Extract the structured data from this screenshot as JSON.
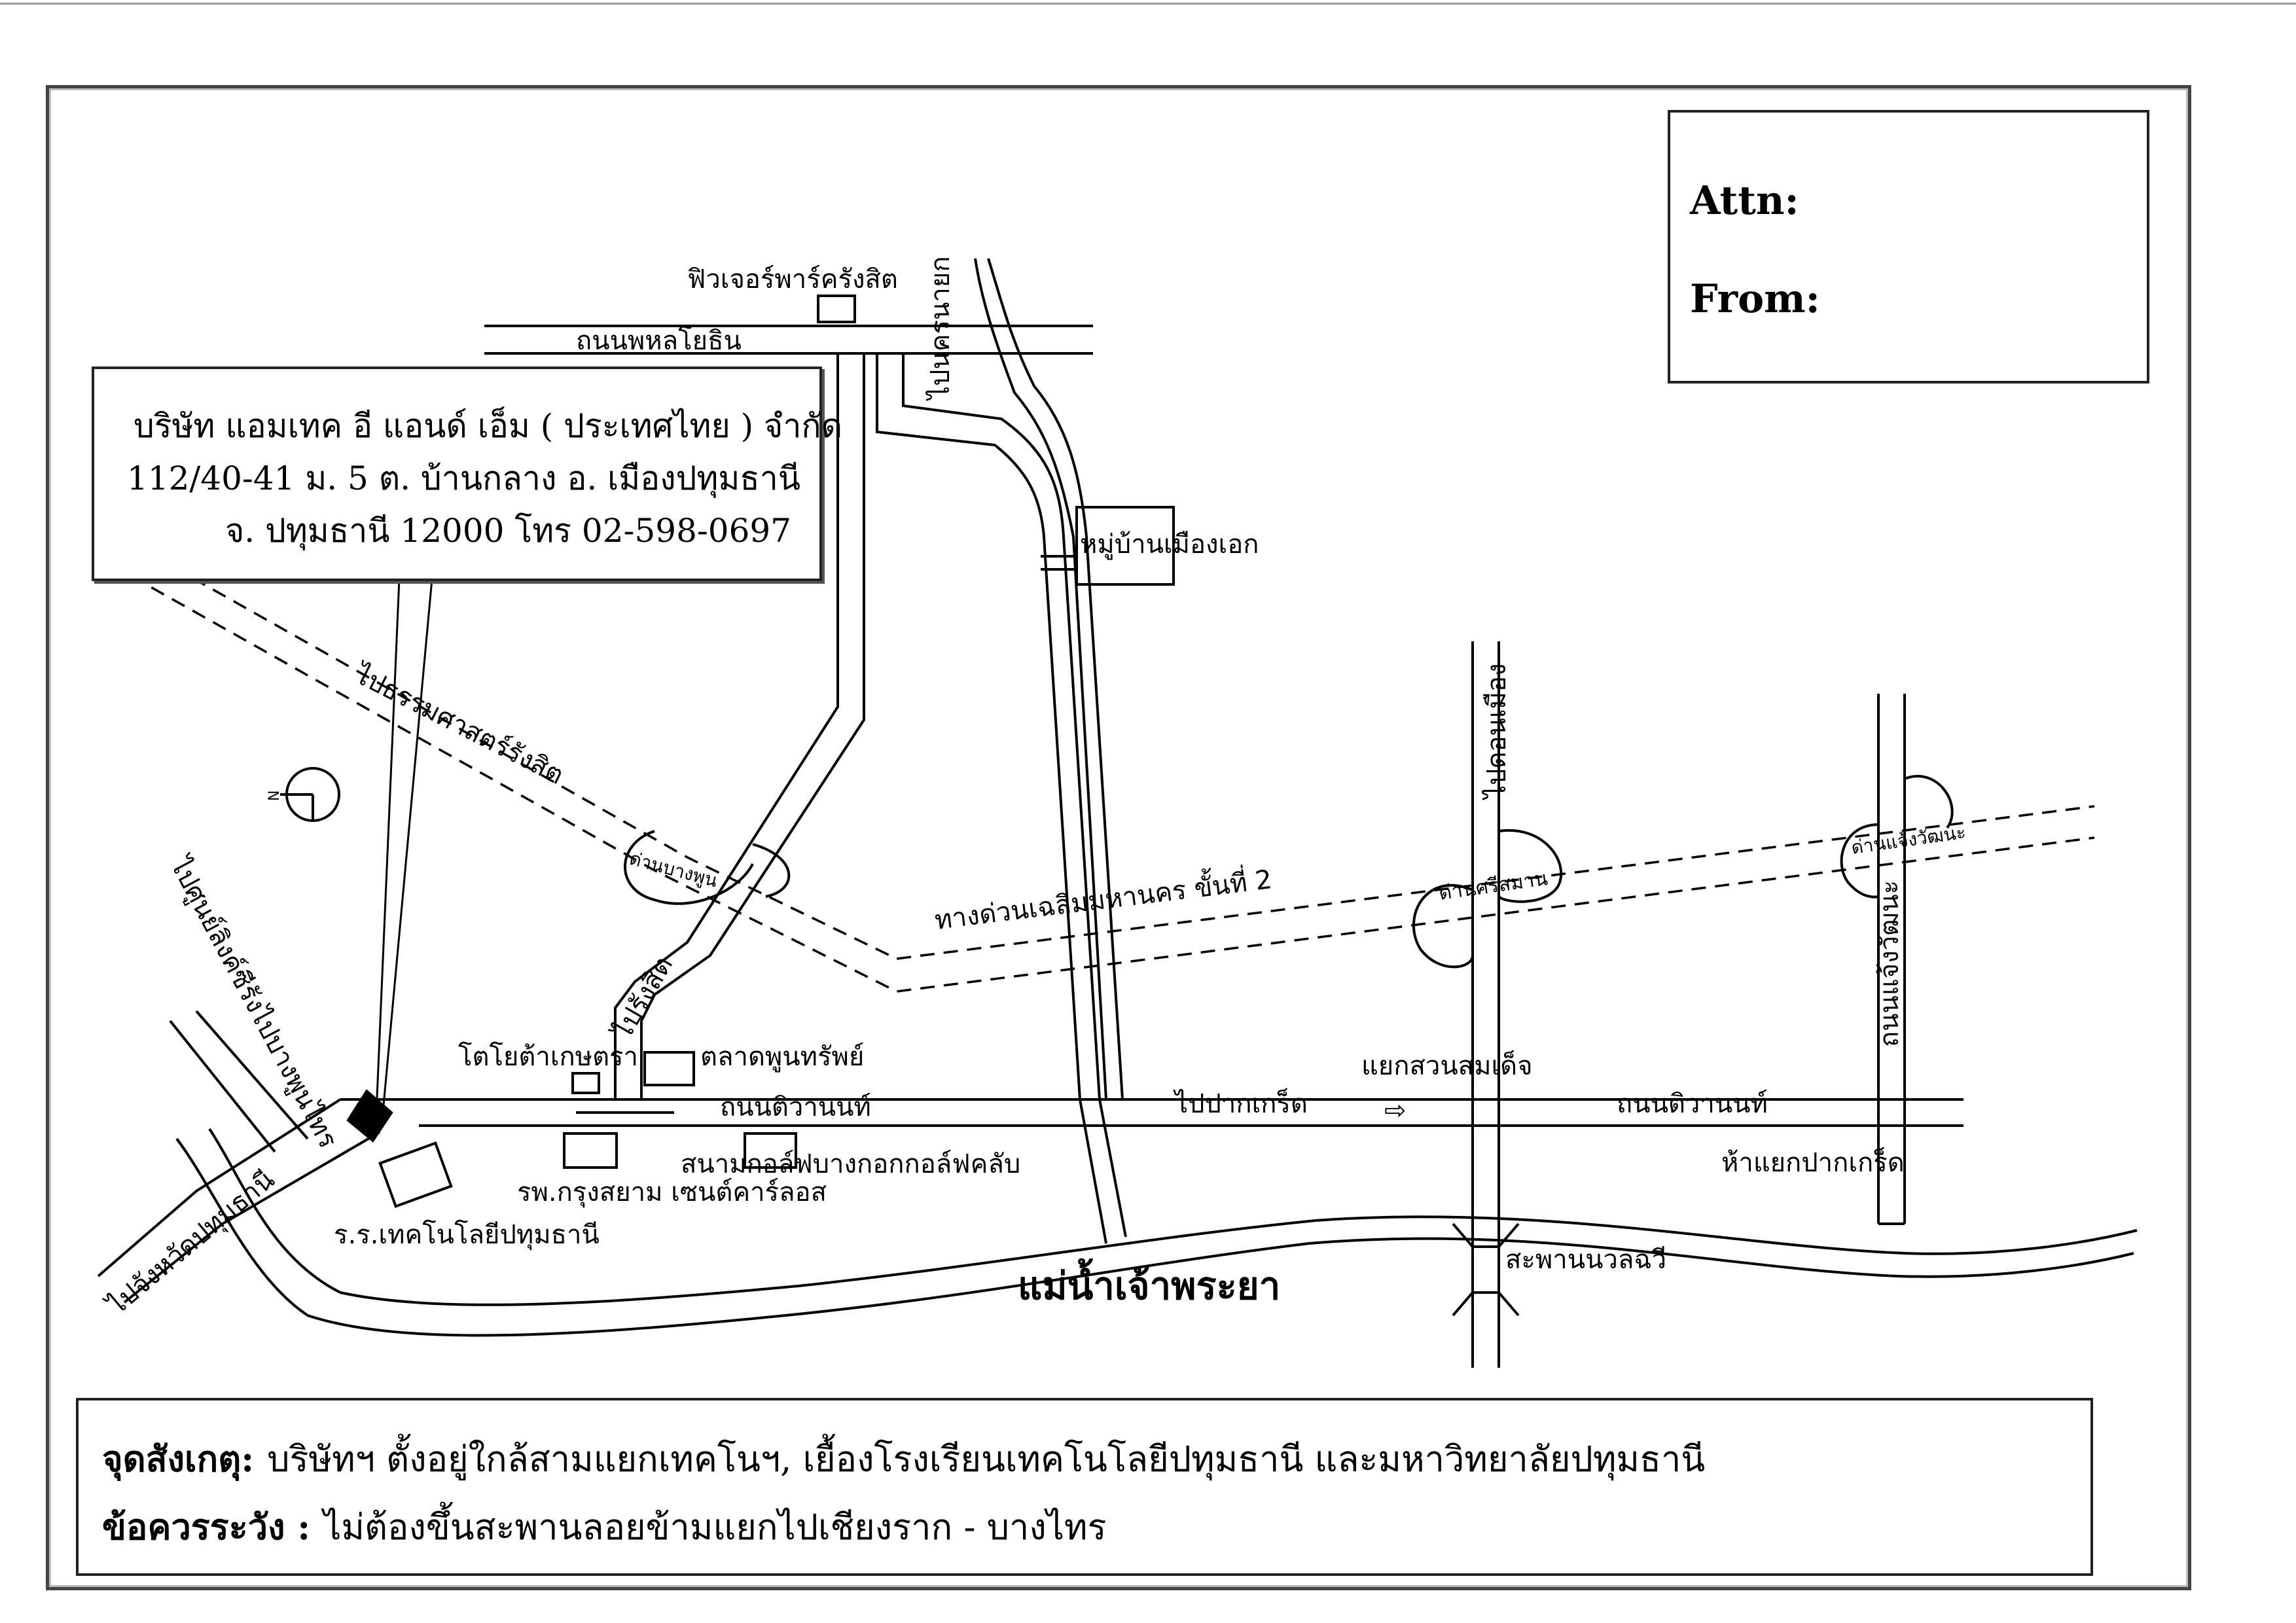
{
  "colors": {
    "ink": "#000000",
    "paper": "#ffffff",
    "frame": "#444444"
  },
  "company": {
    "name": "บริษัท แอมเทค อี แอนด์ เอ็ม ( ประเทศไทย ) จำกัด",
    "address_line": "112/40-41  ม. 5  ต. บ้านกลาง  อ. เมืองปทุมธานี",
    "province_line": "จ. ปทุมธานี  12000  โทร 02-598-0697"
  },
  "header_box": {
    "attn_label": "Attn:",
    "from_label": "From:"
  },
  "compass": {
    "letter": "N",
    "icon": "compass-icon"
  },
  "map_labels": {
    "future_park": "ฟิวเจอร์พาร์ครังสิต",
    "phahonyothin_road": "ถนนพหลโยธิน",
    "to_nakhon_nayok": "ไปนครนายก",
    "muang_ake_village": "หมู่บ้านเมืองเอก",
    "to_thammasat": "ไปธรรมศาสตร์รังสิต",
    "bang_phun_toll": "ด่านบางพูน",
    "chaloem_expressway": "ทางด่วนเฉลิมมหานคร ขั้นที่ 2",
    "to_rangsit": "ไปรังสิต",
    "to_don_mueang": "ไปดอนเมือง",
    "si_saman_toll": "ด่านศรีสมาน",
    "chaeng_watthana_toll": "ด่านแจ้งวัฒนะ",
    "chaeng_watthana_road": "ถนนแจ้งวัฒนะ",
    "to_chiang_rak_bang_phun": "ไปศูนย์ลิงค์ซีรังไปบางพูนไทร",
    "toyota_kaset": "โตโยต้าเกษตรา",
    "pun_sap_market": "ตลาดพูนทรัพย์",
    "tiwanon_road_left": "ถนนติวานนท์",
    "to_pak_kret": "ไปปากเกร็ด",
    "sam_det_junction": "แยกสวนสมเด็จ",
    "tiwanon_road_right": "ถนนติวานนท์",
    "arrow_right": "⇨",
    "bangkok_golf": "สนามกอล์ฟบางกอกกอล์ฟคลับ",
    "krung_siam_hospital": "รพ.กรุงสยาม เซนต์คาร์ลอส",
    "pak_kret_intersection": "ห้าแยกปากเกร็ด",
    "to_pathum_thani": "ไปจังหวัดปทุมธานี",
    "pathum_tech_school": "ร.ร.เทคโนโลยีปทุมธานี",
    "nuan_chawi_bridge": "สะพานนวลฉวี",
    "chao_phraya_river": "แม่น้ำเจ้าพระยา"
  },
  "notes": {
    "landmark_label": "จุดสังเกตุ:",
    "landmark_text": "บริษัทฯ ตั้งอยู่ใกล้สามแยกเทคโนฯ, เยื้องโรงเรียนเทคโนโลยีปทุมธานี  และมหาวิทยาลัยปทุมธานี",
    "caution_label": "ข้อควรระวัง :",
    "caution_text": "ไม่ต้องขึ้นสะพานลอยข้ามแยกไปเชียงราก - บางไทร"
  }
}
